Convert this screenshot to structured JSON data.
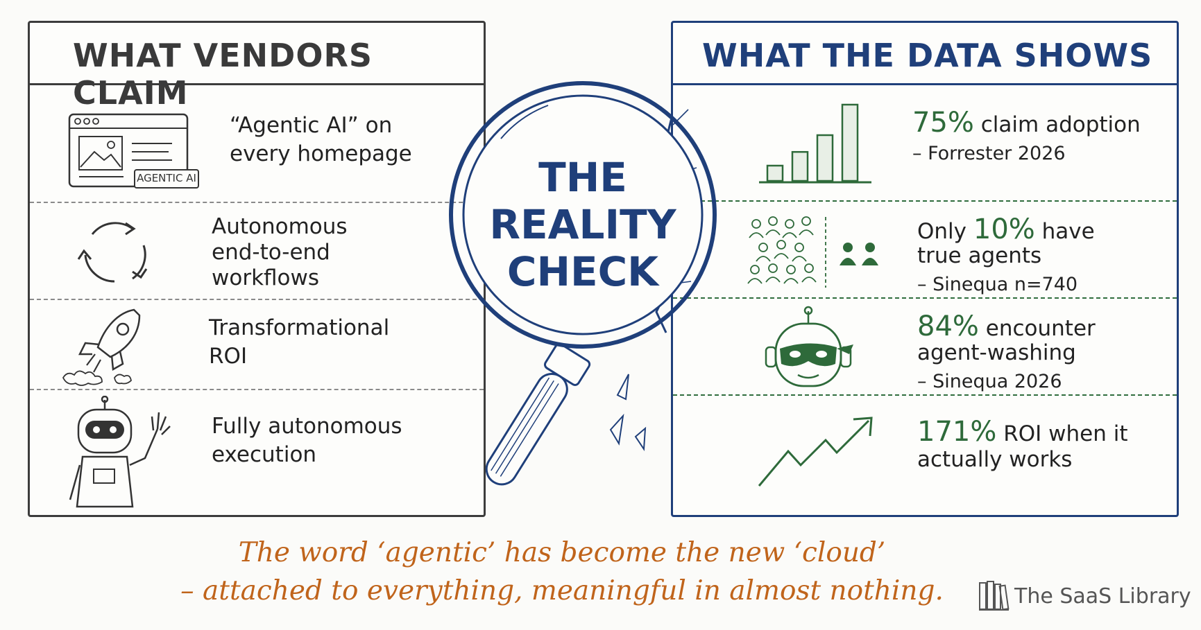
{
  "left_panel": {
    "title": "WHAT VENDORS CLAIM",
    "items": [
      {
        "icon": "browser-window-icon",
        "badge": "AGENTIC AI",
        "text_lines": [
          "“Agentic AI” on",
          "every homepage"
        ]
      },
      {
        "icon": "cycle-arrows-icon",
        "text_lines": [
          "Autonomous",
          "end-to-end",
          "workflows"
        ]
      },
      {
        "icon": "rocket-icon",
        "text_lines": [
          "Transformational",
          "ROI"
        ]
      },
      {
        "icon": "waving-robot-icon",
        "text_lines": [
          "Fully autonomous",
          "execution"
        ]
      }
    ]
  },
  "center": {
    "icon": "magnifying-glass-icon",
    "lines": [
      "THE",
      "REALITY",
      "CHECK"
    ]
  },
  "right_panel": {
    "title": "WHAT THE DATA SHOWS",
    "items": [
      {
        "icon": "bar-chart-icon",
        "highlight": "75%",
        "text": " claim adoption",
        "source": "– Forrester 2026",
        "bar_levels": [
          0.2,
          0.38,
          0.6,
          1.0
        ]
      },
      {
        "icon": "people-crowd-icon",
        "prefix": "Only ",
        "highlight": "10%",
        "text": " have",
        "text2": "true agents",
        "source": "– Sinequa  n=740"
      },
      {
        "icon": "masked-robot-icon",
        "highlight": "84%",
        "text": " encounter",
        "text2": "agent-washing",
        "source": "– Sinequa  2026"
      },
      {
        "icon": "trend-arrow-icon",
        "highlight": "171%",
        "text": " ROI when it",
        "text2": "actually works"
      }
    ]
  },
  "caption": {
    "line1": "The word ‘agentic’ has become the new ‘cloud’",
    "line2": "– attached to everything, meaningful in almost nothing."
  },
  "brand": {
    "icon": "books-icon",
    "name": "The SaaS Library"
  },
  "colors": {
    "left_ink": "#3c3c3c",
    "right_ink": "#1f3f7a",
    "data_green": "#2e6a3a",
    "caption_orange": "#c0641b"
  }
}
